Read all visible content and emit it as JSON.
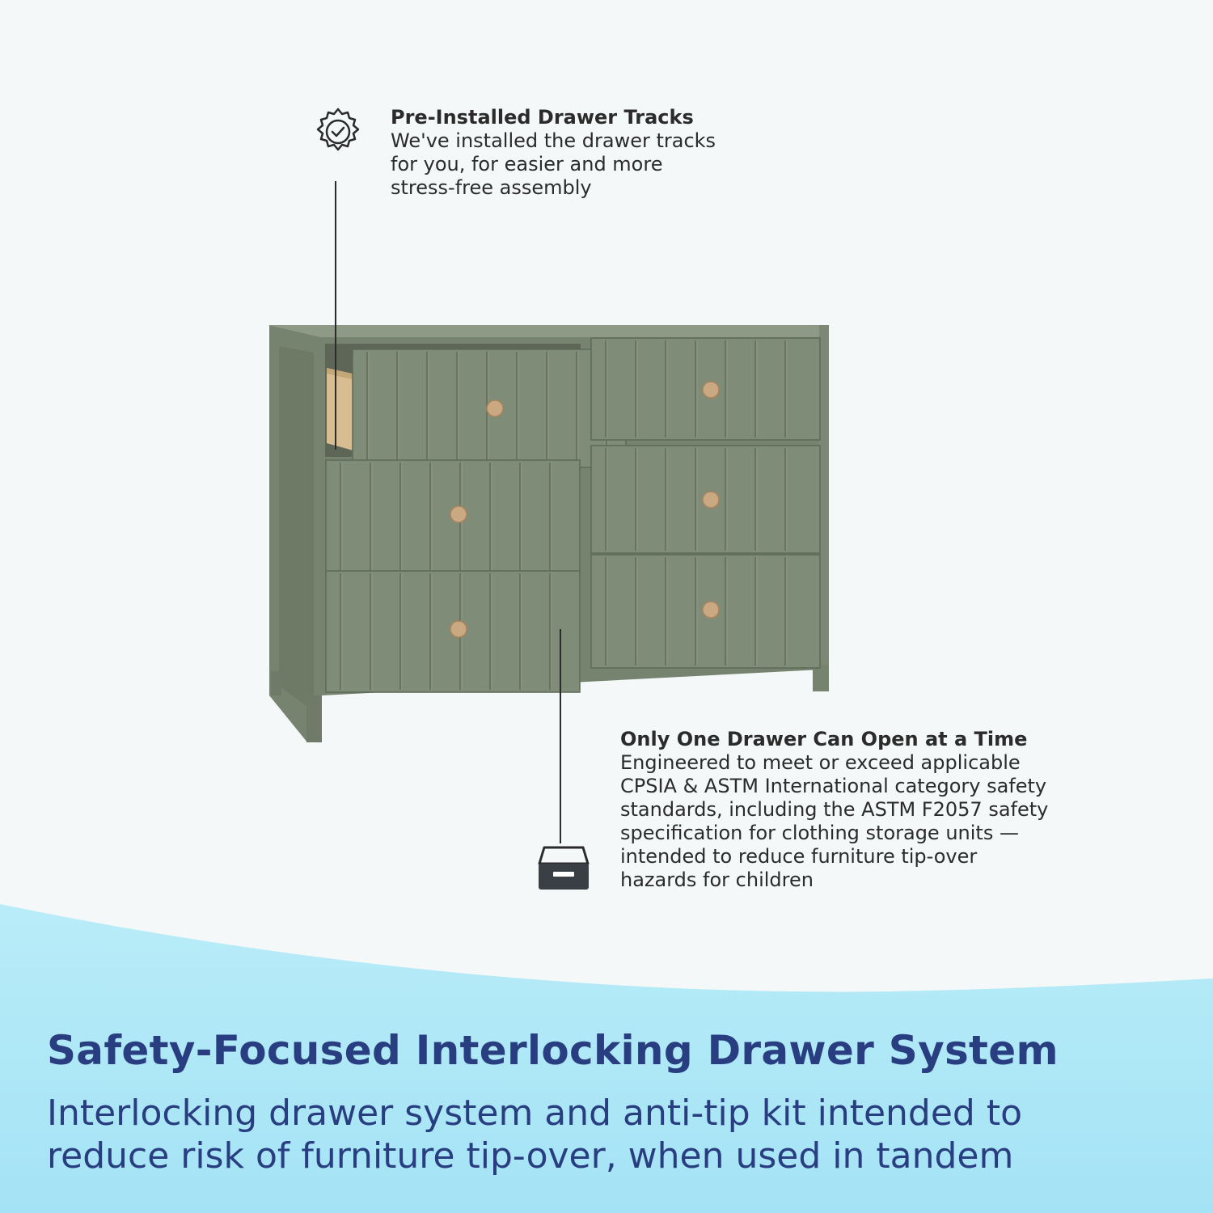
{
  "callouts": {
    "tracks": {
      "icon": "gear-check-icon",
      "title": "Pre-Installed Drawer Tracks",
      "body": "We've installed the drawer tracks\nfor you, for easier and more\nstress-free assembly"
    },
    "one_drawer": {
      "icon": "drawer-icon",
      "title": "Only One Drawer Can Open at a Time",
      "body": "Engineered to meet or exceed applicable\nCPSIA & ASTM International category safety\nstandards, including the ASTM F2057 safety\nspecification for clothing storage units —\nintended to reduce furniture tip-over\nhazards for children"
    }
  },
  "banner": {
    "title": "Safety-Focused Interlocking Drawer System",
    "subtitle": "Interlocking drawer system and anti-tip kit intended to\nreduce risk of furniture tip-over, when used in tandem"
  },
  "colors": {
    "background": "#f4f8f9",
    "banner_blue": "#aee8f7",
    "heading_navy": "#283e80",
    "dresser_green": "#7f8c77",
    "knob_wood": "#c9a882"
  }
}
